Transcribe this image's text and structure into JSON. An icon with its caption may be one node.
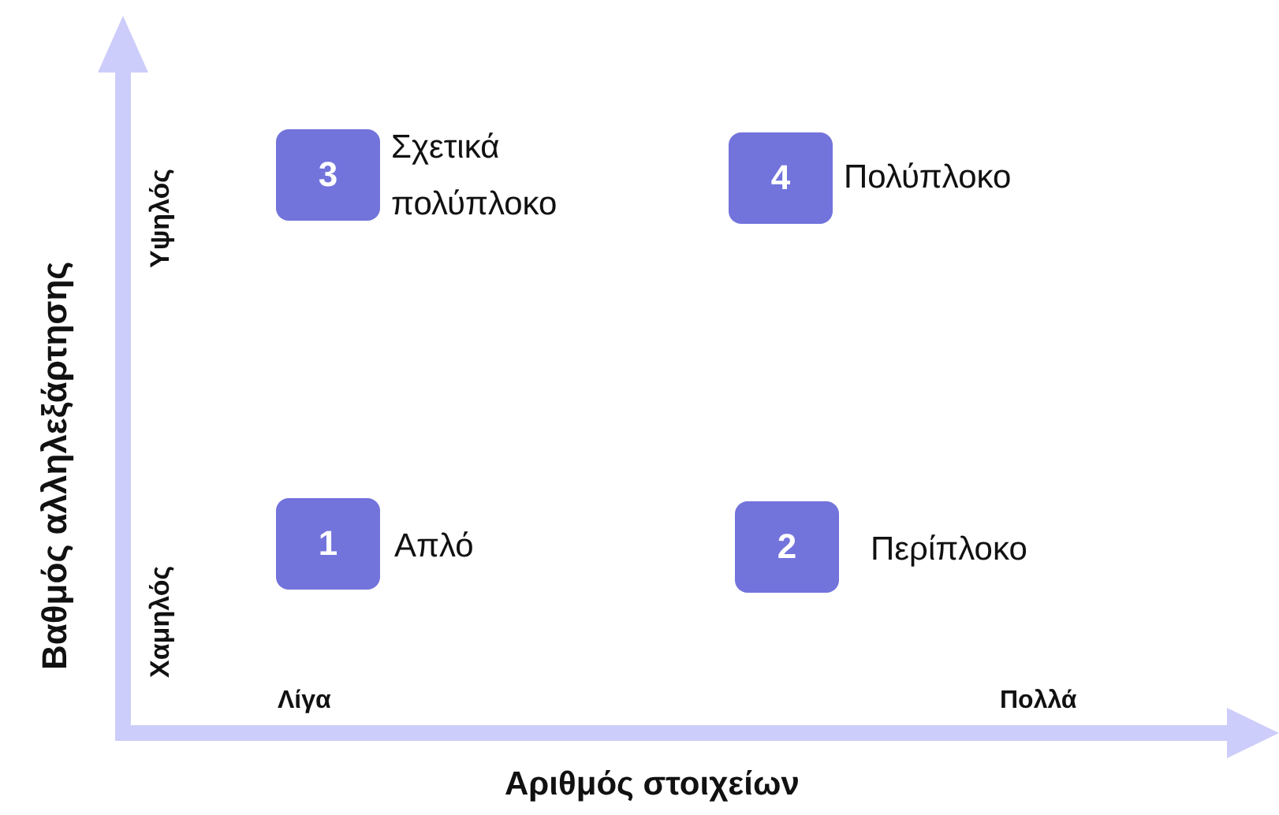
{
  "diagram": {
    "nodes": [
      {
        "text": [
          "3"
        ],
        "beside": [
          "Σχετικά πολύπλοκο"
        ]
      },
      {
        "text": [
          "4"
        ],
        "beside": [
          "Πολύπλοκο"
        ]
      },
      {
        "text": [
          "1"
        ],
        "beside": [
          "Απλό"
        ]
      },
      {
        "text": [
          "2"
        ],
        "beside": [
          "Περίπλοκο"
        ]
      }
    ],
    "edges": [],
    "labels": [
      "Βαθμός αλληλεξάρτησης",
      "Υψηλός",
      "Χαμηλός",
      "Λίγα",
      "Πολλά",
      "Αριθμός στοιχείων"
    ]
  }
}
